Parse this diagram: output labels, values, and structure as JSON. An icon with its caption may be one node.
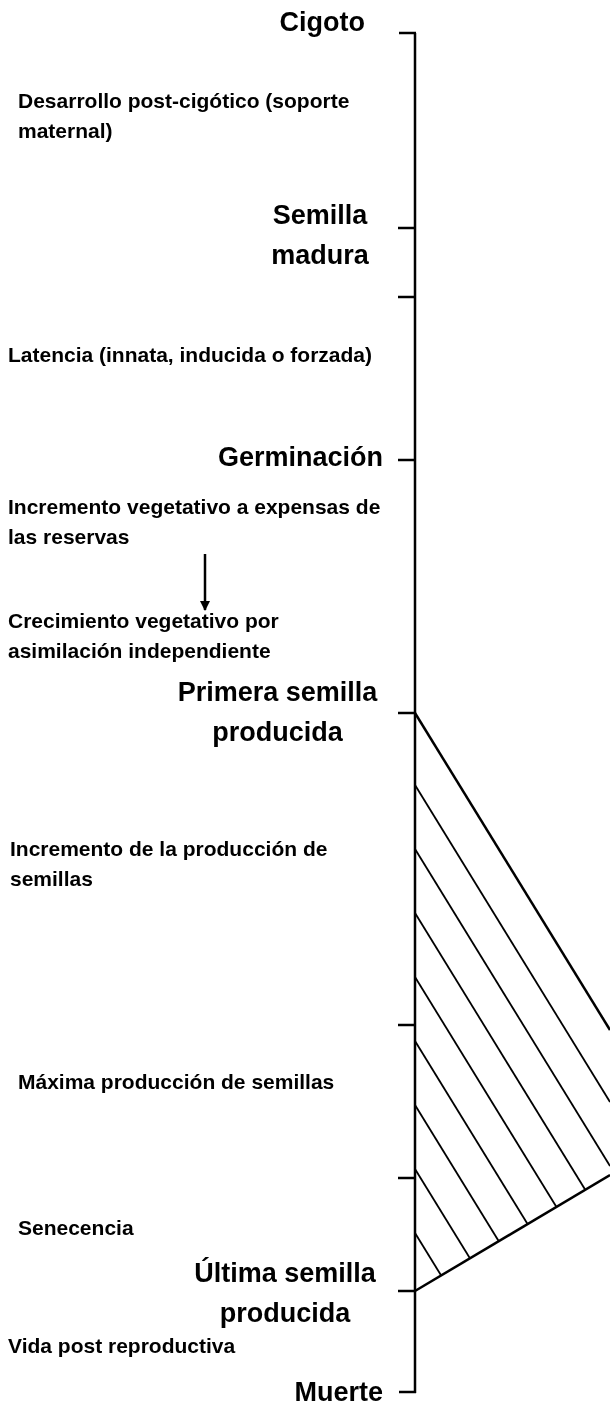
{
  "diagram": {
    "nodes": [
      {
        "text": [
          "Incremento vegetativo a expensas de las reservas"
        ]
      },
      {
        "text": [
          "Crecimiento vegetativo por asimilación independiente"
        ]
      }
    ],
    "edges": [
      {
        "from": 0,
        "to": 1,
        "arrow": "to"
      }
    ],
    "labels": [
      "Cigoto",
      "Desarrollo post-cigótico (soporte maternal)",
      "Semilla madura",
      "Latencia (innata, inducida o forzada)",
      "Germinación",
      "Primera semilla producida",
      "Incremento de la producción de semillas",
      "Máxima producción de semillas",
      "Senecencia",
      "Última semilla producida",
      "Vida post reproductiva",
      "Muerte"
    ]
  }
}
